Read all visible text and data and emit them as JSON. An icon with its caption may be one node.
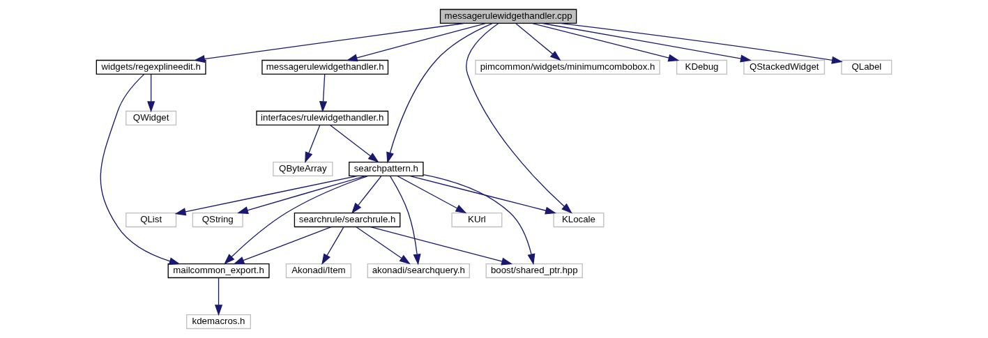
{
  "diagram": {
    "nodes": [
      {
        "text": [
          "messagerulewidgethandler.cpp"
        ]
      },
      {
        "text": [
          "messagerulewidgethandler.h"
        ]
      },
      {
        "text": [
          "widgets/regexplineedit.h"
        ]
      },
      {
        "text": [
          "pimcommon/widgets/minimumcombobox.h"
        ]
      },
      {
        "text": [
          "KDebug"
        ]
      },
      {
        "text": [
          "QStackedWidget"
        ]
      },
      {
        "text": [
          "QLabel"
        ]
      },
      {
        "text": [
          "interfaces/rulewidgethandler.h"
        ]
      },
      {
        "text": [
          "QWidget"
        ]
      },
      {
        "text": [
          "searchpattern.h"
        ]
      },
      {
        "text": [
          "QByteArray"
        ]
      },
      {
        "text": [
          "QList"
        ]
      },
      {
        "text": [
          "QString"
        ]
      },
      {
        "text": [
          "searchrule/searchrule.h"
        ]
      },
      {
        "text": [
          "KUrl"
        ]
      },
      {
        "text": [
          "KLocale"
        ]
      },
      {
        "text": [
          "boost/shared_ptr.hpp"
        ]
      },
      {
        "text": [
          "Akonadi/Item"
        ]
      },
      {
        "text": [
          "akonadi/searchquery.h"
        ]
      },
      {
        "text": [
          "mailcommon_export.h"
        ]
      },
      {
        "text": [
          "kdemacros.h"
        ]
      }
    ],
    "edges": [
      {
        "from": 0,
        "to": 9,
        "arrow": "to"
      },
      {
        "from": 0,
        "to": 1,
        "arrow": "to"
      },
      {
        "from": 0,
        "to": 15,
        "arrow": "to"
      },
      {
        "from": 0,
        "to": 2,
        "arrow": "to"
      },
      {
        "from": 0,
        "to": 3,
        "arrow": "to"
      },
      {
        "from": 0,
        "to": 4,
        "arrow": "to"
      },
      {
        "from": 0,
        "to": 5,
        "arrow": "to"
      },
      {
        "from": 0,
        "to": 6,
        "arrow": "to"
      },
      {
        "from": 1,
        "to": 7,
        "arrow": "to"
      },
      {
        "from": 7,
        "to": 9,
        "arrow": "to"
      },
      {
        "from": 7,
        "to": 10,
        "arrow": "to"
      },
      {
        "from": 2,
        "to": 8,
        "arrow": "to"
      },
      {
        "from": 2,
        "to": 19,
        "arrow": "to"
      },
      {
        "from": 9,
        "to": 11,
        "arrow": "to"
      },
      {
        "from": 9,
        "to": 12,
        "arrow": "to"
      },
      {
        "from": 9,
        "to": 16,
        "arrow": "to"
      },
      {
        "from": 9,
        "to": 13,
        "arrow": "to"
      },
      {
        "from": 9,
        "to": 18,
        "arrow": "to"
      },
      {
        "from": 9,
        "to": 14,
        "arrow": "to"
      },
      {
        "from": 9,
        "to": 15,
        "arrow": "to"
      },
      {
        "from": 9,
        "to": 19,
        "arrow": "to"
      },
      {
        "from": 13,
        "to": 16,
        "arrow": "to"
      },
      {
        "from": 13,
        "to": 17,
        "arrow": "to"
      },
      {
        "from": 13,
        "to": 18,
        "arrow": "to"
      },
      {
        "from": 13,
        "to": 19,
        "arrow": "to"
      },
      {
        "from": 19,
        "to": 20,
        "arrow": "to"
      }
    ]
  }
}
